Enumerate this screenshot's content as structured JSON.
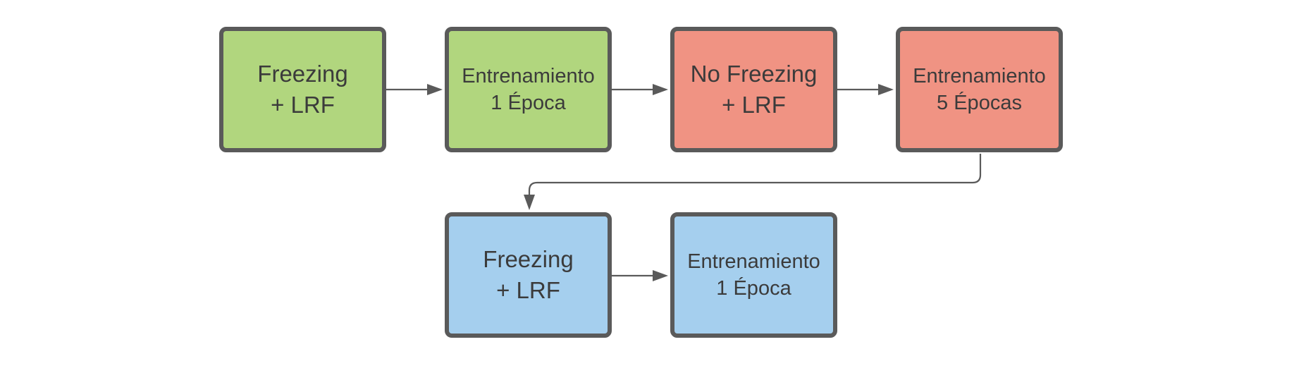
{
  "colors": {
    "green": "#b1d67e",
    "red": "#f09383",
    "blue": "#a5cfee",
    "border": "#5a5a5a",
    "connector": "#5a5a5a",
    "text": "#3b3b3b"
  },
  "nodes": {
    "freezing_lrf_1": {
      "line1": "Freezing",
      "line2": "+ LRF"
    },
    "train_1_epoch_1": {
      "line1": "Entrenamiento",
      "line2": "1 Época"
    },
    "no_freezing_lrf": {
      "line1": "No Freezing",
      "line2": "+ LRF"
    },
    "train_5_epochs": {
      "line1": "Entrenamiento",
      "line2": "5 Épocas"
    },
    "freezing_lrf_2": {
      "line1": "Freezing",
      "line2": "+ LRF"
    },
    "train_1_epoch_2": {
      "line1": "Entrenamiento",
      "line2": "1 Época"
    }
  }
}
